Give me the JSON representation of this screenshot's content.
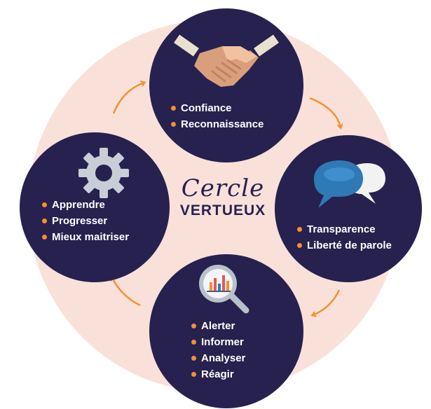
{
  "center": {
    "script_word": "Cercle",
    "bold_word": "VERTUEUX"
  },
  "colors": {
    "node_fill": "#27214f",
    "background_ring": "#f9e1da",
    "accent": "#f3902f",
    "bubble_blue": "#2f79b5",
    "bubble_white": "#f2f2f2"
  },
  "nodes": {
    "top": {
      "icon": "handshake-icon",
      "items": [
        "Confiance",
        "Reconnaissance"
      ]
    },
    "right": {
      "icon": "speech-bubbles-icon",
      "items": [
        "Transparence",
        "Liberté de parole"
      ]
    },
    "bottom": {
      "icon": "magnifier-chart-icon",
      "items": [
        "Alerter",
        "Informer",
        "Analyser",
        "Réagir"
      ]
    },
    "left": {
      "icon": "gear-icon",
      "items": [
        "Apprendre",
        "Progresser",
        "Mieux maitriser"
      ]
    }
  },
  "flow": [
    "top",
    "right",
    "bottom",
    "left"
  ]
}
